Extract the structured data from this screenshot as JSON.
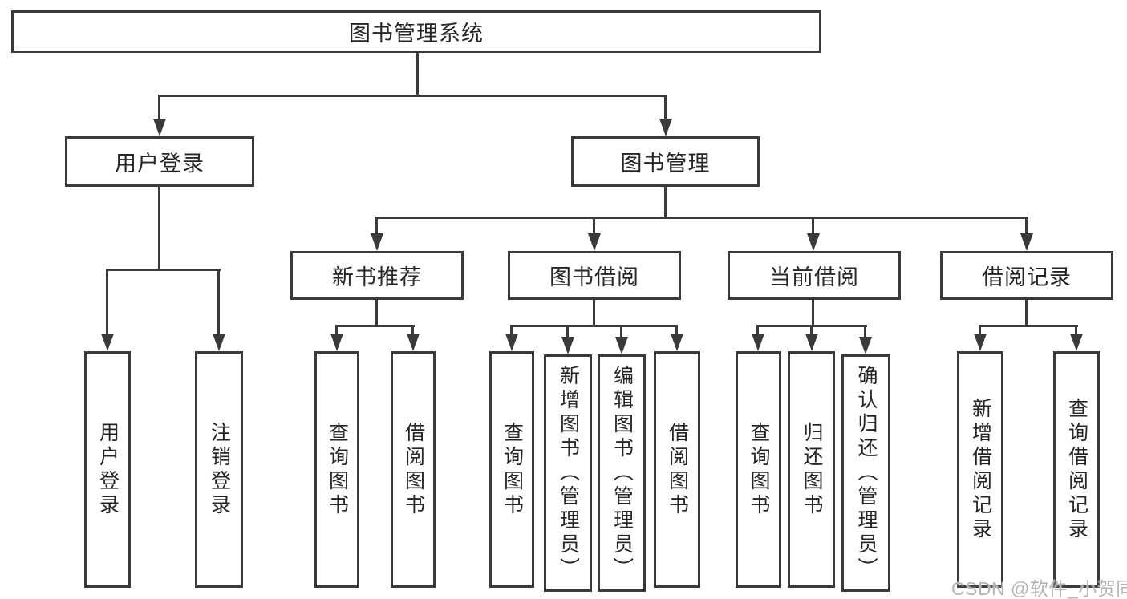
{
  "root": {
    "label": "图书管理系统"
  },
  "branches": [
    {
      "label": "用户登录",
      "children": [
        "用户登录",
        "注销登录"
      ]
    },
    {
      "label": "图书管理",
      "children": [
        {
          "label": "新书推荐",
          "children": [
            "查询图书",
            "借阅图书"
          ]
        },
        {
          "label": "图书借阅",
          "children": [
            "查询图书",
            "新增图书（管理员）",
            "编辑图书（管理员）",
            "借阅图书"
          ]
        },
        {
          "label": "当前借阅",
          "children": [
            "查询图书",
            "归还图书",
            "确认归还（管理员）"
          ]
        },
        {
          "label": "借阅记录",
          "children": [
            "新增借阅记录",
            "查询借阅记录"
          ]
        }
      ]
    }
  ],
  "watermark": "CSDN @软件_小贺同学",
  "colors": {
    "line": "#3a3a3a",
    "text": "#262626",
    "watermark": "#b5b5b5",
    "background": "#ffffff"
  }
}
